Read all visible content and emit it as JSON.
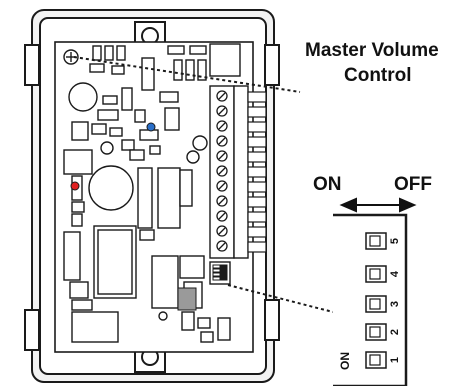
{
  "callouts": {
    "master_volume_line1": "Master Volume",
    "master_volume_line2": "Control",
    "on": "ON",
    "off": "OFF"
  },
  "dip_switch": {
    "side_label": "ON",
    "positions": [
      "5",
      "4",
      "3",
      "2",
      "1"
    ]
  },
  "colors": {
    "ink": "#111111",
    "outline": "#1a1a1a",
    "housing_fill": "#f2f2f2",
    "led_red": "#e02020",
    "led_blue": "#2a6fc9",
    "switch_grey": "#9a9a9a"
  }
}
